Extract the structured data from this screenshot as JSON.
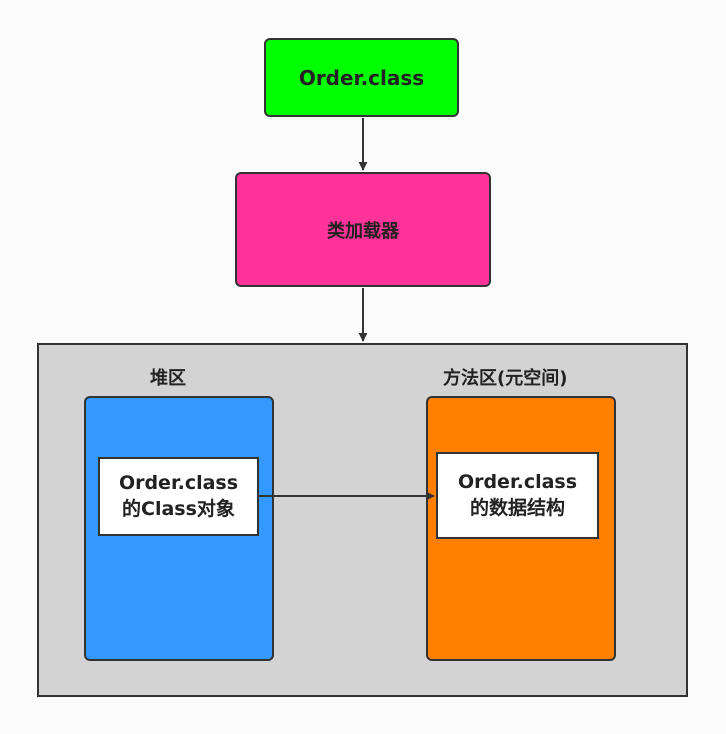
{
  "nodes": {
    "class_file": {
      "label": "Order.class",
      "color": "#00ff00"
    },
    "class_loader": {
      "label": "类加载器",
      "color": "#ff3399"
    },
    "runtime_area": {
      "color": "#d3d3d3"
    },
    "heap": {
      "title": "堆区",
      "color": "#3399ff"
    },
    "method_area": {
      "title": "方法区(元空间)",
      "color": "#ff8000"
    },
    "heap_object": {
      "line1": "Order.class",
      "line2": "的Class对象",
      "color": "#ffffff"
    },
    "method_data": {
      "line1": "Order.class",
      "line2": "的数据结构",
      "color": "#ffffff"
    }
  },
  "edges": [
    {
      "from": "class_file",
      "to": "class_loader"
    },
    {
      "from": "class_loader",
      "to": "runtime_area"
    },
    {
      "from": "heap_object",
      "to": "method_data"
    }
  ]
}
